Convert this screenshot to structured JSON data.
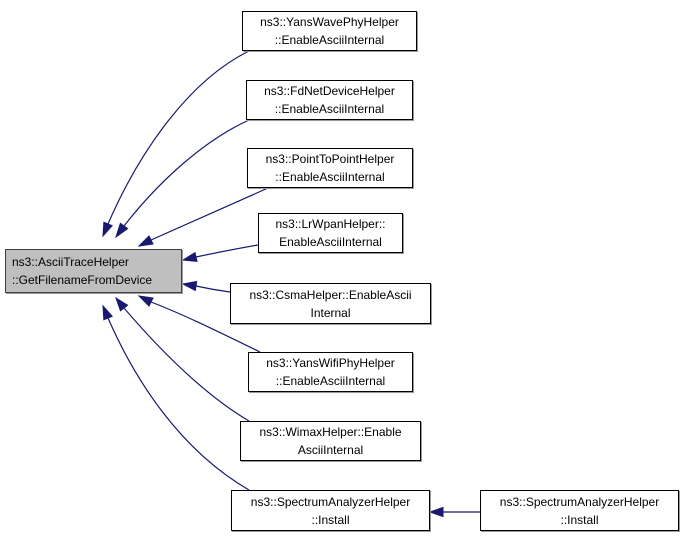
{
  "diagram": {
    "type": "call-graph",
    "edge_color": "#191970",
    "root": {
      "id": "root",
      "line1": "ns3::AsciiTraceHelper",
      "line2": "::GetFilenameFromDevice",
      "fill": "#bfbfbf"
    },
    "callers": [
      {
        "id": "yanswave",
        "line1": "ns3::YansWavePhyHelper",
        "line2": "::EnableAsciiInternal"
      },
      {
        "id": "fdnet",
        "line1": "ns3::FdNetDeviceHelper",
        "line2": "::EnableAsciiInternal"
      },
      {
        "id": "p2p",
        "line1": "ns3::PointToPointHelper",
        "line2": "::EnableAsciiInternal"
      },
      {
        "id": "lrwpan",
        "line1": "ns3::LrWpanHelper::",
        "line2": "EnableAsciiInternal"
      },
      {
        "id": "csma",
        "line1": "ns3::CsmaHelper::EnableAscii",
        "line2": "Internal"
      },
      {
        "id": "yanswifi",
        "line1": "ns3::YansWifiPhyHelper",
        "line2": "::EnableAsciiInternal"
      },
      {
        "id": "wimax",
        "line1": "ns3::WimaxHelper::Enable",
        "line2": "AsciiInternal"
      },
      {
        "id": "spectrum1",
        "line1": "ns3::SpectrumAnalyzerHelper",
        "line2": "::Install"
      }
    ],
    "second_level": [
      {
        "id": "spectrum2",
        "line1": "ns3::SpectrumAnalyzerHelper",
        "line2": "::Install",
        "calls": "spectrum1"
      }
    ]
  }
}
